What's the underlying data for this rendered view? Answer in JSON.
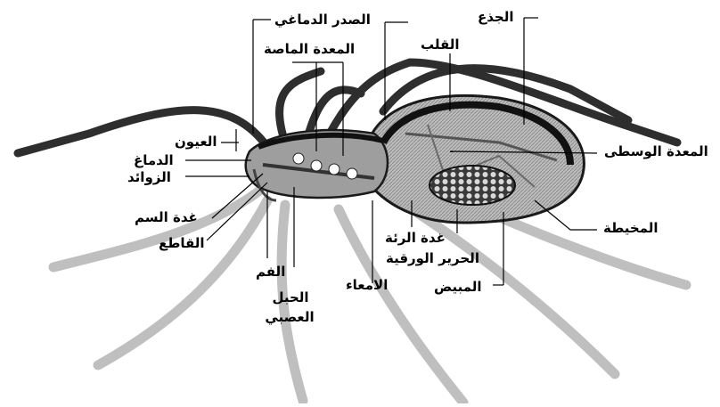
{
  "labels": {
    "trunk": "الجذع",
    "cephalothorax": "الصدر الدماغي",
    "heart": "القلب",
    "sucking_stomach": "المعدة الماصة",
    "eyes": "العيون",
    "brain": "الدماغ",
    "appendages": "الزوائد",
    "venom_gland": "غدة السم",
    "chelicera": "القاطع",
    "mouth": "الفم",
    "nerve_cord_1": "الحبل",
    "nerve_cord_2": "العصبي",
    "intestines": "الامعاء",
    "book_lung_1": "غدة الرئة",
    "book_lung_2": "الحرير الورقية",
    "ovary": "المبيض",
    "midgut": "المعدة الوسطى",
    "spinneret": "المخيطة"
  }
}
